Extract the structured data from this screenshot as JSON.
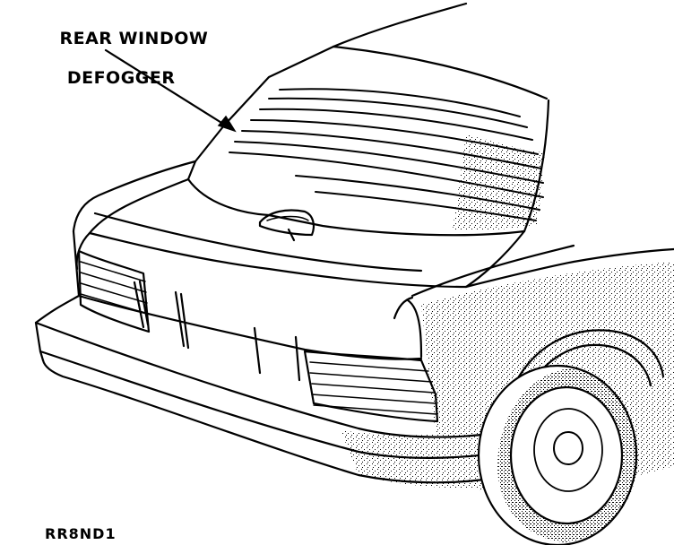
{
  "callout": {
    "line1": "REAR WINDOW",
    "line2": "DEFOGGER"
  },
  "figure_code": "RR8ND1",
  "colors": {
    "ink": "#000000",
    "paper": "#ffffff"
  }
}
